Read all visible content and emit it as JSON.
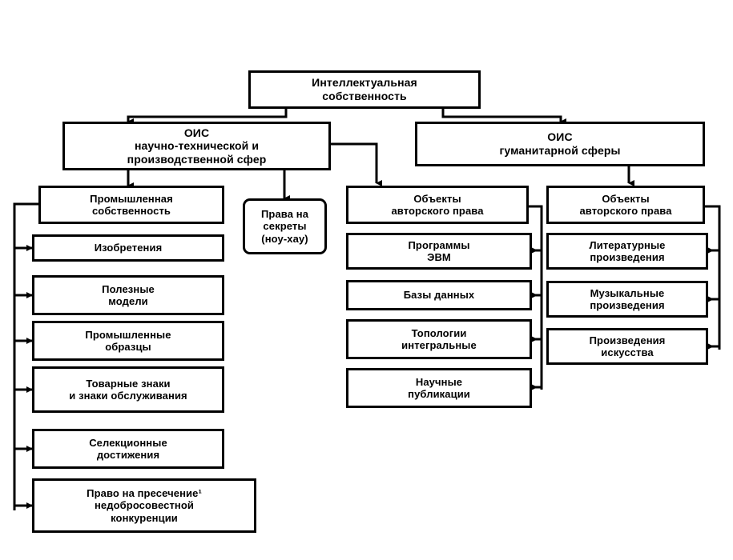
{
  "diagram": {
    "title_node": {
      "label": "Интеллектуальная\nсобственность"
    },
    "branches": {
      "left": {
        "label": "ОИС\nнаучно-технической и\nпроизводственной сфер"
      },
      "right": {
        "label": "ОИС\nгуманитарной сферы"
      }
    },
    "know_how": {
      "label": "Права на\nсекреты\n(ноу-хау)"
    },
    "columns": {
      "industrial_property": {
        "head": "Промышленная\nсобственность",
        "items": [
          "Изобретения",
          "Полезные\nмодели",
          "Промышленные\nобразцы",
          "Товарные знаки\nи знаки обслуживания",
          "Селекционные\nдостижения",
          "Право на пресечение¹\nнедобросовестной\nконкуренции"
        ]
      },
      "copyright_technical": {
        "head": "Объекты\nавторского права",
        "items": [
          "Программы\nЭВМ",
          "Базы данных",
          "Топологии\nинтегральные",
          "Научные\nпубликации"
        ]
      },
      "copyright_humanitarian": {
        "head": "Объекты\nавторского права",
        "items": [
          "Литературные\nпроизведения",
          "Музыкальные\nпроизведения",
          "Произведения\nискусства"
        ]
      }
    },
    "colors": {
      "line": "#000000",
      "box_fill": "#ffffff",
      "text": "#000000",
      "background": "#ffffff"
    }
  }
}
